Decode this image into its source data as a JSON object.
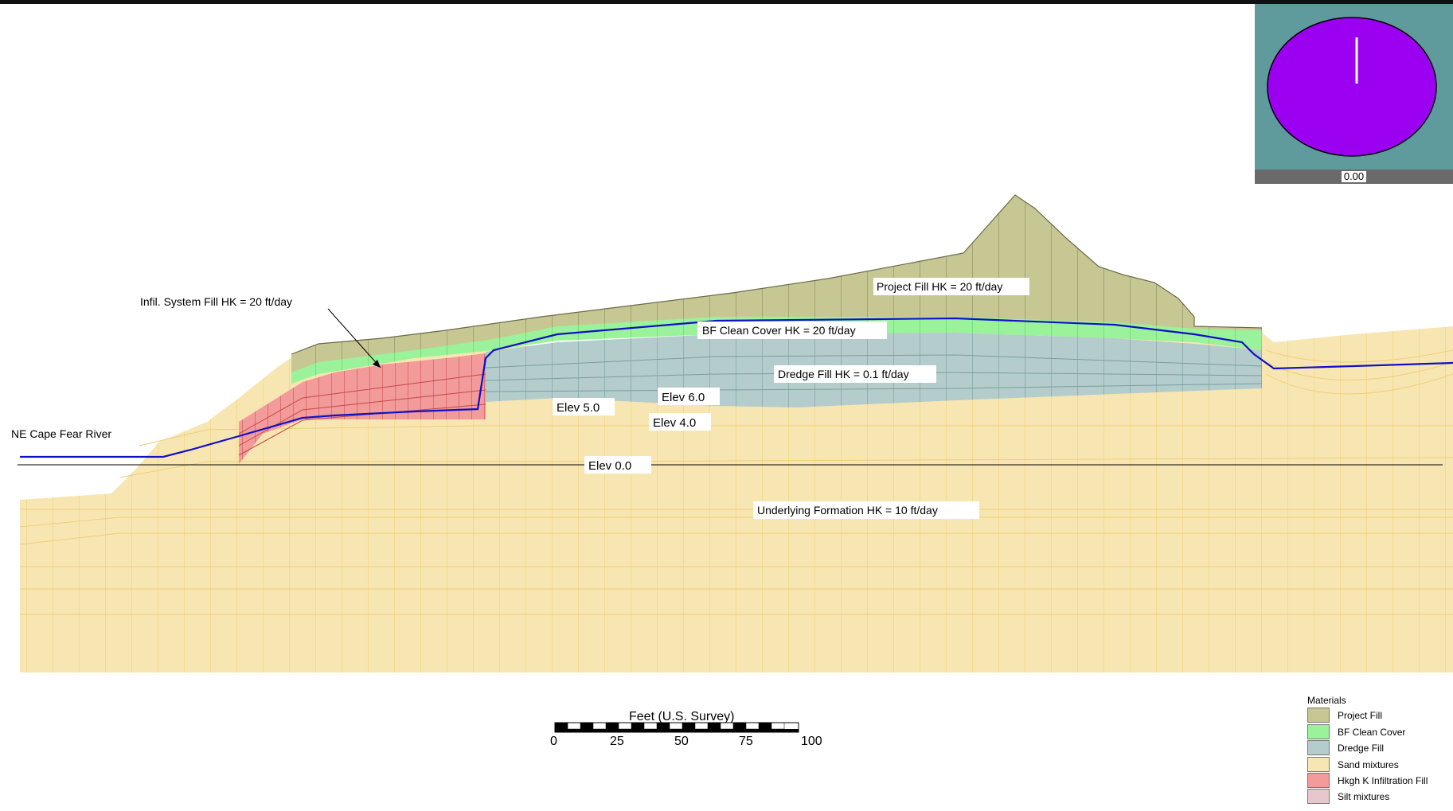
{
  "labels": {
    "infil_fill": "Infil. System Fill  HK = 20 ft/day",
    "project_fill": "Project Fill HK = 20 ft/day",
    "clean_cover": "BF Clean Cover  HK = 20 ft/day",
    "dredge_fill": "Dredge Fill  HK = 0.1 ft/day",
    "river": "NE Cape Fear River",
    "elev_60": "Elev 6.0",
    "elev_50": "Elev 5.0",
    "elev_40": "Elev 4.0",
    "elev_00": "Elev 0.0",
    "underlying": "Underlying Formation  HK = 10  ft/day"
  },
  "dial": {
    "value": "0.00",
    "fill_color": "#9b00f0"
  },
  "scale_bar": {
    "title": "Feet (U.S. Survey)",
    "ticks": [
      "0",
      "25",
      "50",
      "75",
      "100"
    ]
  },
  "legend": {
    "title": "Materials",
    "items": [
      {
        "label": "Project Fill",
        "color": "#c7c793"
      },
      {
        "label": "BF Clean Cover",
        "color": "#9af29a"
      },
      {
        "label": "Dredge Fill",
        "color": "#b4cccc"
      },
      {
        "label": "Sand mixtures",
        "color": "#f8e6b2"
      },
      {
        "label": "Hkgh K Infiltration Fill",
        "color": "#f39a9a"
      },
      {
        "label": "Silt mixtures",
        "color": "#e6c8cc"
      }
    ]
  },
  "colors": {
    "project_fill": "#c7c793",
    "clean_cover": "#9af29a",
    "dredge_fill": "#b4cccc",
    "sand": "#f8e6b2",
    "infiltration": "#f39a9a",
    "water_table": "#1010c8"
  }
}
